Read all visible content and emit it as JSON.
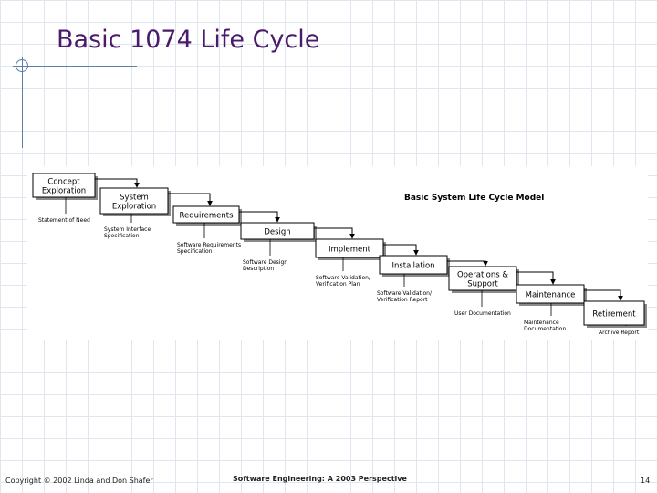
{
  "slide": {
    "title": "Basic 1074 Life Cycle"
  },
  "diagram": {
    "heading": "Basic System Life Cycle Model",
    "stages": [
      "Concept Exploration",
      "System Exploration",
      "Requirements",
      "Design",
      "Implement",
      "Installation",
      "Operations & Support",
      "Maintenance",
      "Retirement"
    ],
    "outputs": [
      "Statement of Need",
      "System Interface Specification",
      "Software Requirements Specification",
      "Software Design Description",
      "Software Validation/ Verification Plan",
      "Software Validation/ Verification Report",
      "User Documentation",
      "Maintenance Documentation",
      "Archive Report"
    ]
  },
  "footer": {
    "copyright": "Copyright © 2002 Linda and Don Shafer",
    "book": "Software Engineering: A 2003 Perspective",
    "page": "14"
  }
}
